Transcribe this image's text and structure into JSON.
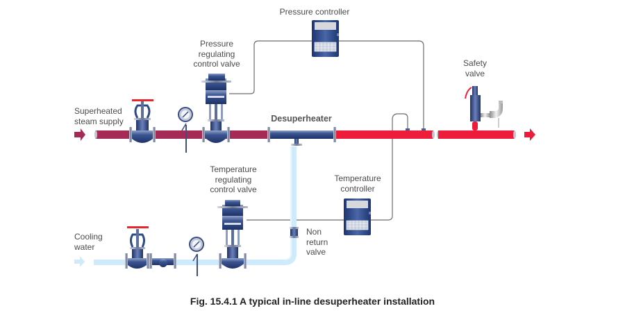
{
  "labels": {
    "pressure_controller": "Pressure controller",
    "pressure_regulating_valve": [
      "Pressure",
      "regulating",
      "control valve"
    ],
    "superheated_steam": [
      "Superheated",
      "steam supply"
    ],
    "desuperheater": "Desuperheater",
    "safety_valve": [
      "Safety",
      "valve"
    ],
    "temperature_regulating_valve": [
      "Temperature",
      "regulating",
      "control valve"
    ],
    "temperature_controller": [
      "Temperature",
      "controller"
    ],
    "cooling_water": [
      "Cooling",
      "water"
    ],
    "non_return_valve": [
      "Non",
      "return",
      "valve"
    ]
  },
  "caption": "Fig. 15.4.1 A typical in-line desuperheater installation",
  "colors": {
    "superheated_pipe": "#a52a55",
    "desuperheated_pipe": "#ee1c3b",
    "cooling_water_pipe": "#cfeafb",
    "equipment_blue": "#2e4a86",
    "handwheel_red": "#e8272c",
    "signal_line": "#666666"
  }
}
